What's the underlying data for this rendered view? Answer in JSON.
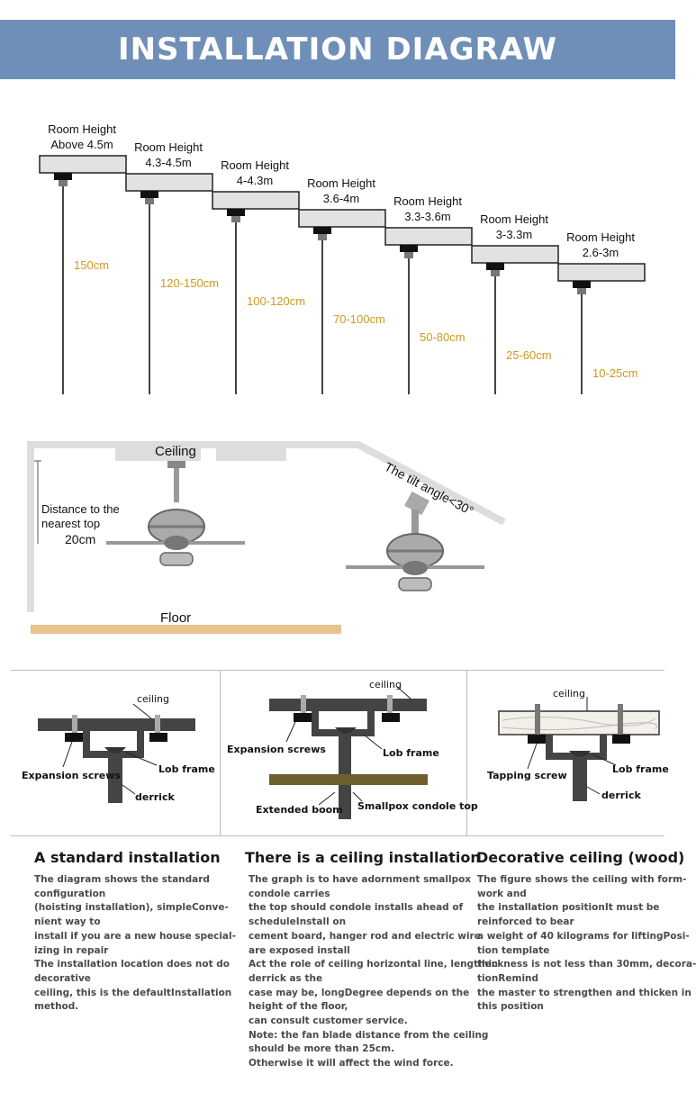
{
  "header": {
    "title": "INSTALLATION DIAGRAW"
  },
  "heights": [
    {
      "line1": "Room Height",
      "line2": "Above 4.5m",
      "length": "150cm"
    },
    {
      "line1": "Room Height",
      "line2": "4.3-4.5m",
      "length": "120-150cm"
    },
    {
      "line1": "Room Height",
      "line2": "4-4.3m",
      "length": "100-120cm"
    },
    {
      "line1": "Room Height",
      "line2": "3.6-4m",
      "length": "70-100cm"
    },
    {
      "line1": "Room Height",
      "line2": "3.3-3.6m",
      "length": "50-80cm"
    },
    {
      "line1": "Room Height",
      "line2": "3-3.3m",
      "length": "25-60cm"
    },
    {
      "line1": "Room Height",
      "line2": "2.6-3m",
      "length": "10-25cm"
    }
  ],
  "room": {
    "ceiling": "Ceiling",
    "floor": "Floor",
    "distance_line1": "Distance to the",
    "distance_line2": "nearest top",
    "distance_value": "20cm",
    "tilt": "The tilt angle<30°"
  },
  "mounts": [
    {
      "ceiling": "ceiling",
      "screws": "Expansion screws",
      "frame": "Lob frame",
      "derrick": "derrick"
    },
    {
      "ceiling": "ceiling",
      "screws": "Expansion screws",
      "frame": "Lob frame",
      "boom": "Extended boom",
      "condole": "Smallpox condole top"
    },
    {
      "ceiling": "ceiling",
      "screws": "Tapping screw",
      "frame": "Lob frame",
      "derrick": "derrick"
    }
  ],
  "columns": [
    {
      "title": "A standard installation",
      "lines": [
        "The diagram shows the standard",
        "configuration",
        "(hoisting installation), simpleConve-",
        "nient way to",
        "install if you are a new house special-",
        "izing in repair",
        "The installation location does not do",
        "decorative",
        "ceiling, this is the defaultInstallation",
        "method."
      ]
    },
    {
      "title": "There is a ceiling installation",
      "lines": [
        "The graph is to have adornment smallpox",
        "condole carries",
        "the top should condole installs ahead of",
        "scheduleInstall on",
        "cement board, hanger rod and electric wire",
        "are exposed install",
        "Act the role of ceiling horizontal line, lengthen",
        "derrick as the",
        "case may be, longDegree depends on the",
        "height of the floor,",
        "can consult customer service.",
        "Note: the fan blade distance from the ceiling",
        "should be more than 25cm.",
        "Otherwise it will affect the wind force."
      ]
    },
    {
      "title": "Decorative ceiling (wood)",
      "lines": [
        "The figure shows the ceiling with form-",
        "work and",
        "the installation positionIt must be",
        "reinforced to bear",
        "a weight of 40 kilograms for liftingPosi-",
        "tion template",
        "thickness is not less than 30mm, decora-",
        "tionRemind",
        "the master to strengthen and thicken in",
        "this position"
      ]
    }
  ]
}
